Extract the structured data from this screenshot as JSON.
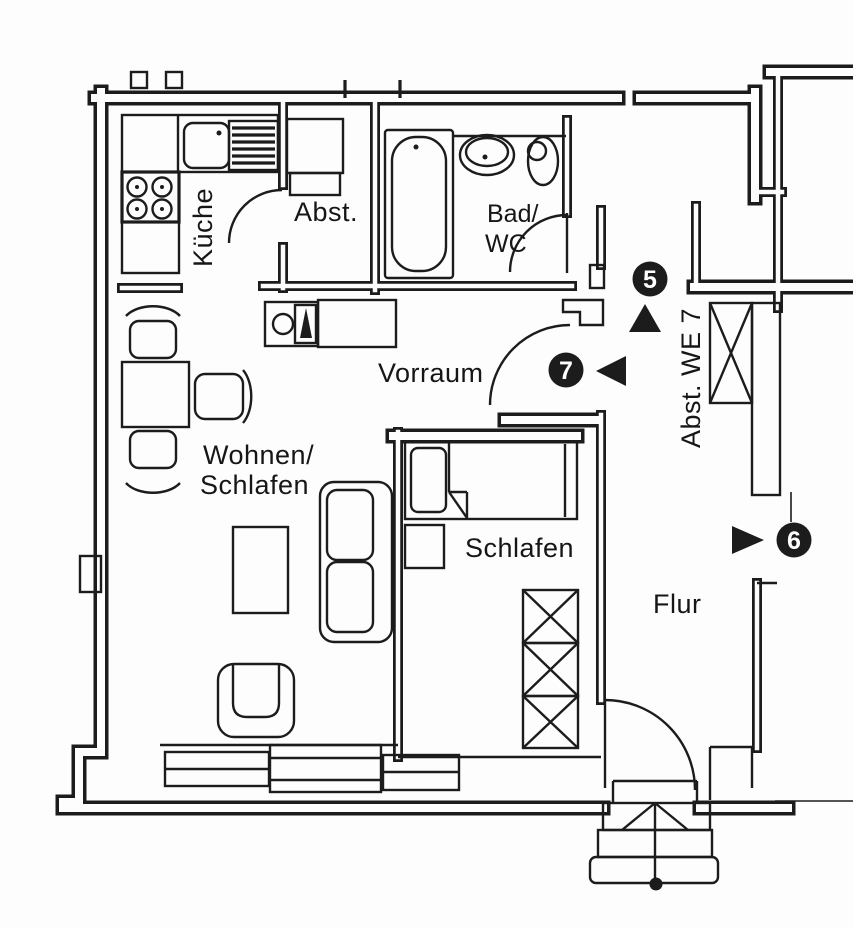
{
  "plan": {
    "type": "apartment-floor-plan",
    "colors": {
      "ink": "#1c1c1c",
      "paper": "#fdfdfd"
    },
    "rooms": {
      "kueche": {
        "label": "Küche"
      },
      "abstellraum": {
        "label": "Abst."
      },
      "bad_wc": {
        "label_line1": "Bad/",
        "label_line2": "WC"
      },
      "vorraum": {
        "label": "Vorraum"
      },
      "wohnen_schlafen": {
        "label_line1": "Wohnen/",
        "label_line2": "Schlafen"
      },
      "schlafen": {
        "label": "Schlafen"
      },
      "flur": {
        "label": "Flur"
      },
      "abstellraum_we7": {
        "label": "Abst. WE 7"
      }
    },
    "markers": {
      "m5": {
        "number": "5",
        "arrow": "up"
      },
      "m7": {
        "number": "7",
        "arrow": "left"
      },
      "m6": {
        "number": "6",
        "arrow": "right"
      }
    }
  }
}
